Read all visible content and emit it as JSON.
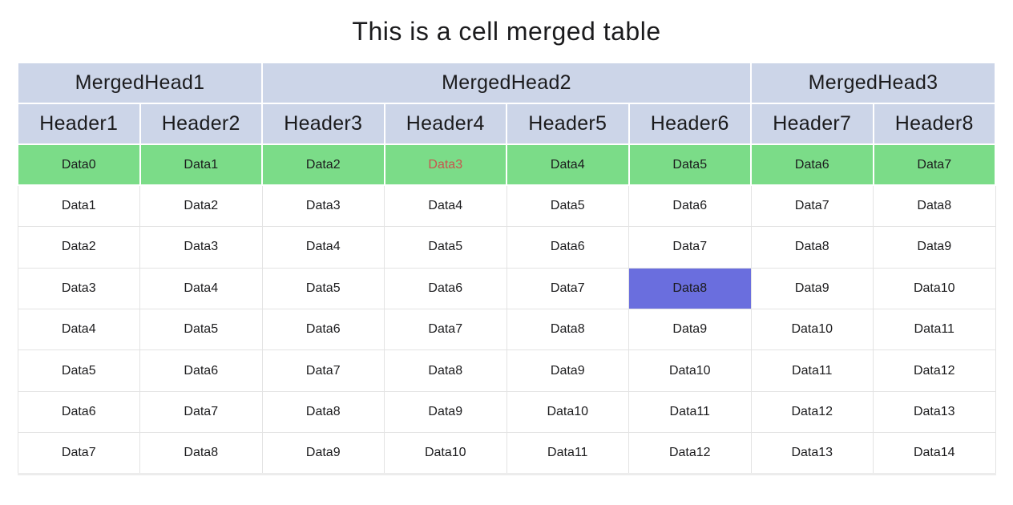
{
  "title": "This is a cell merged table",
  "table": {
    "merged_headers": [
      {
        "label": "MergedHead1",
        "colspan": 2
      },
      {
        "label": "MergedHead2",
        "colspan": 4
      },
      {
        "label": "MergedHead3",
        "colspan": 2
      }
    ],
    "headers": [
      "Header1",
      "Header2",
      "Header3",
      "Header4",
      "Header5",
      "Header6",
      "Header7",
      "Header8"
    ],
    "rows": [
      [
        "Data0",
        "Data1",
        "Data2",
        "Data3",
        "Data4",
        "Data5",
        "Data6",
        "Data7"
      ],
      [
        "Data1",
        "Data2",
        "Data3",
        "Data4",
        "Data5",
        "Data6",
        "Data7",
        "Data8"
      ],
      [
        "Data2",
        "Data3",
        "Data4",
        "Data5",
        "Data6",
        "Data7",
        "Data8",
        "Data9"
      ],
      [
        "Data3",
        "Data4",
        "Data5",
        "Data6",
        "Data7",
        "Data8",
        "Data9",
        "Data10"
      ],
      [
        "Data4",
        "Data5",
        "Data6",
        "Data7",
        "Data8",
        "Data9",
        "Data10",
        "Data11"
      ],
      [
        "Data5",
        "Data6",
        "Data7",
        "Data8",
        "Data9",
        "Data10",
        "Data11",
        "Data12"
      ],
      [
        "Data6",
        "Data7",
        "Data8",
        "Data9",
        "Data10",
        "Data11",
        "Data12",
        "Data13"
      ],
      [
        "Data7",
        "Data8",
        "Data9",
        "Data10",
        "Data11",
        "Data12",
        "Data13",
        "Data14"
      ]
    ],
    "green_row_index": 0,
    "red_column_index": 3,
    "purple_cell": {
      "row_index": 3,
      "col_index": 5,
      "text_align": "right"
    },
    "colors": {
      "header_bg": "#ccd5e8",
      "green_row_bg": "#7bdc88",
      "purple_cell_bg": "#6a6ede",
      "red_text": "#e5495e",
      "red_text_on_green": "#c9544e",
      "text": "#1b1b1d",
      "grid_line": "#e3e3e3"
    }
  }
}
